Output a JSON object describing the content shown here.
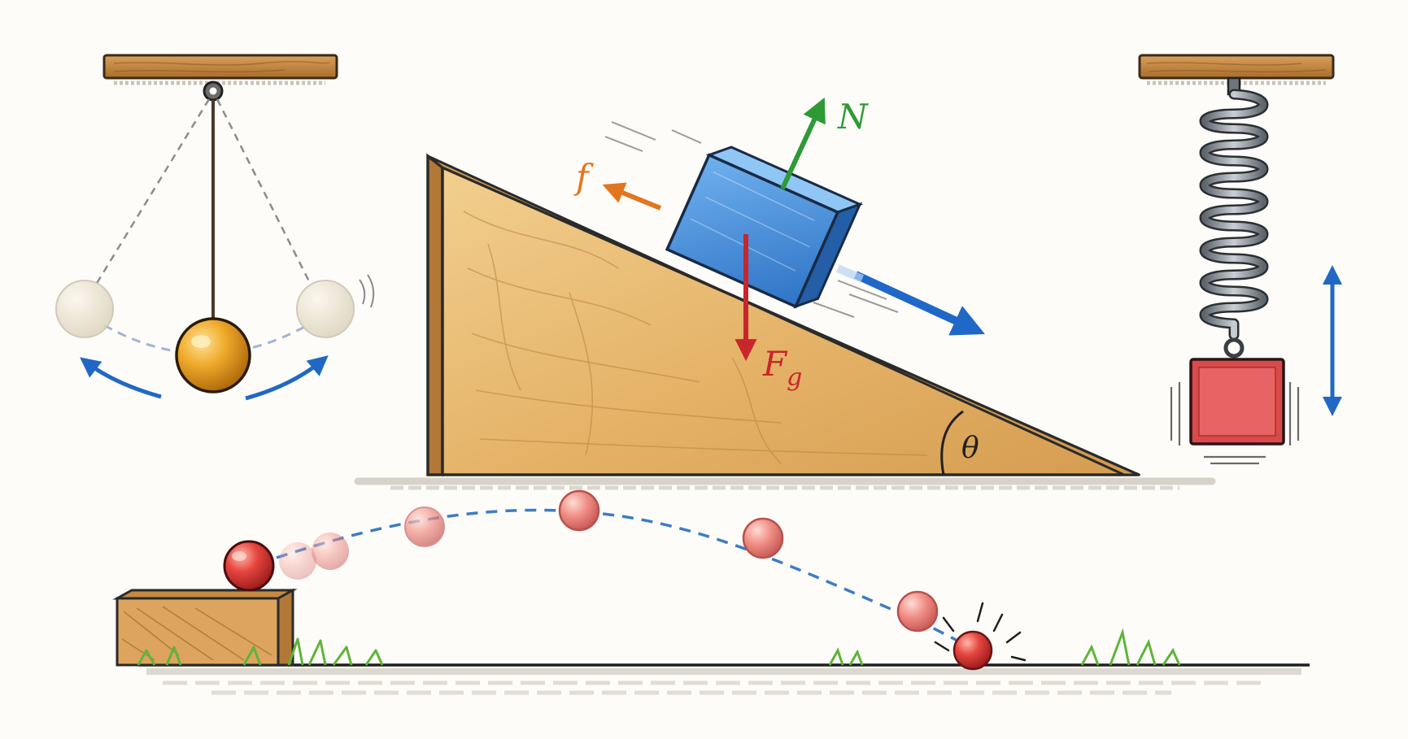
{
  "labels": {
    "normal": "N",
    "friction": "f",
    "gravity_main": "F",
    "gravity_sub": "g",
    "angle": "θ"
  },
  "colors": {
    "background": "#fdfcf9",
    "wood_light": "#ecc27d",
    "wood_mid": "#d9a35a",
    "wood_dark": "#b27838",
    "outline": "#2a2a2a",
    "block_blue": "#3f8ad8",
    "normal_green": "#2e9a35",
    "friction_orange": "#e2761e",
    "gravity_red": "#c8262a",
    "motion_blue": "#1f68c8",
    "pendulum_ball": "#e9a420",
    "spring_steel": "#7d858c",
    "spring_mass": "#d94a4a",
    "projectile_ball": "#e04848",
    "grass": "#5fb43a"
  }
}
